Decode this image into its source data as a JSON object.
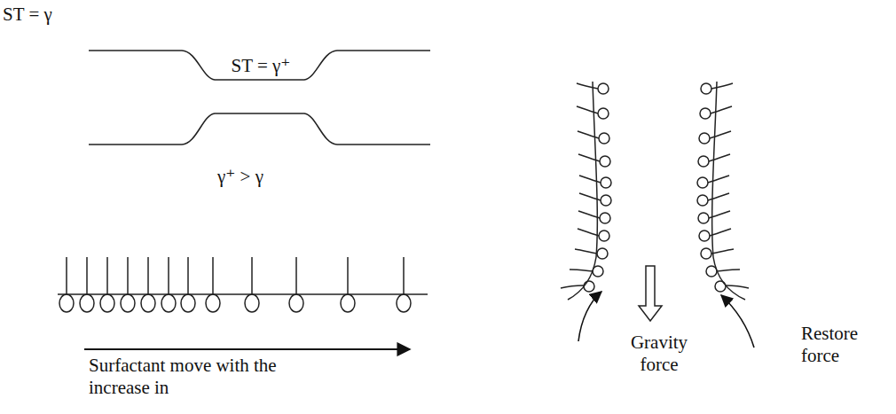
{
  "diagram": {
    "labels": [
      "ST = γ",
      "ST = γ⁺",
      "γ⁺ > γ",
      "Surfactant move with the increase in",
      "Gravity force",
      "Restore force"
    ]
  }
}
